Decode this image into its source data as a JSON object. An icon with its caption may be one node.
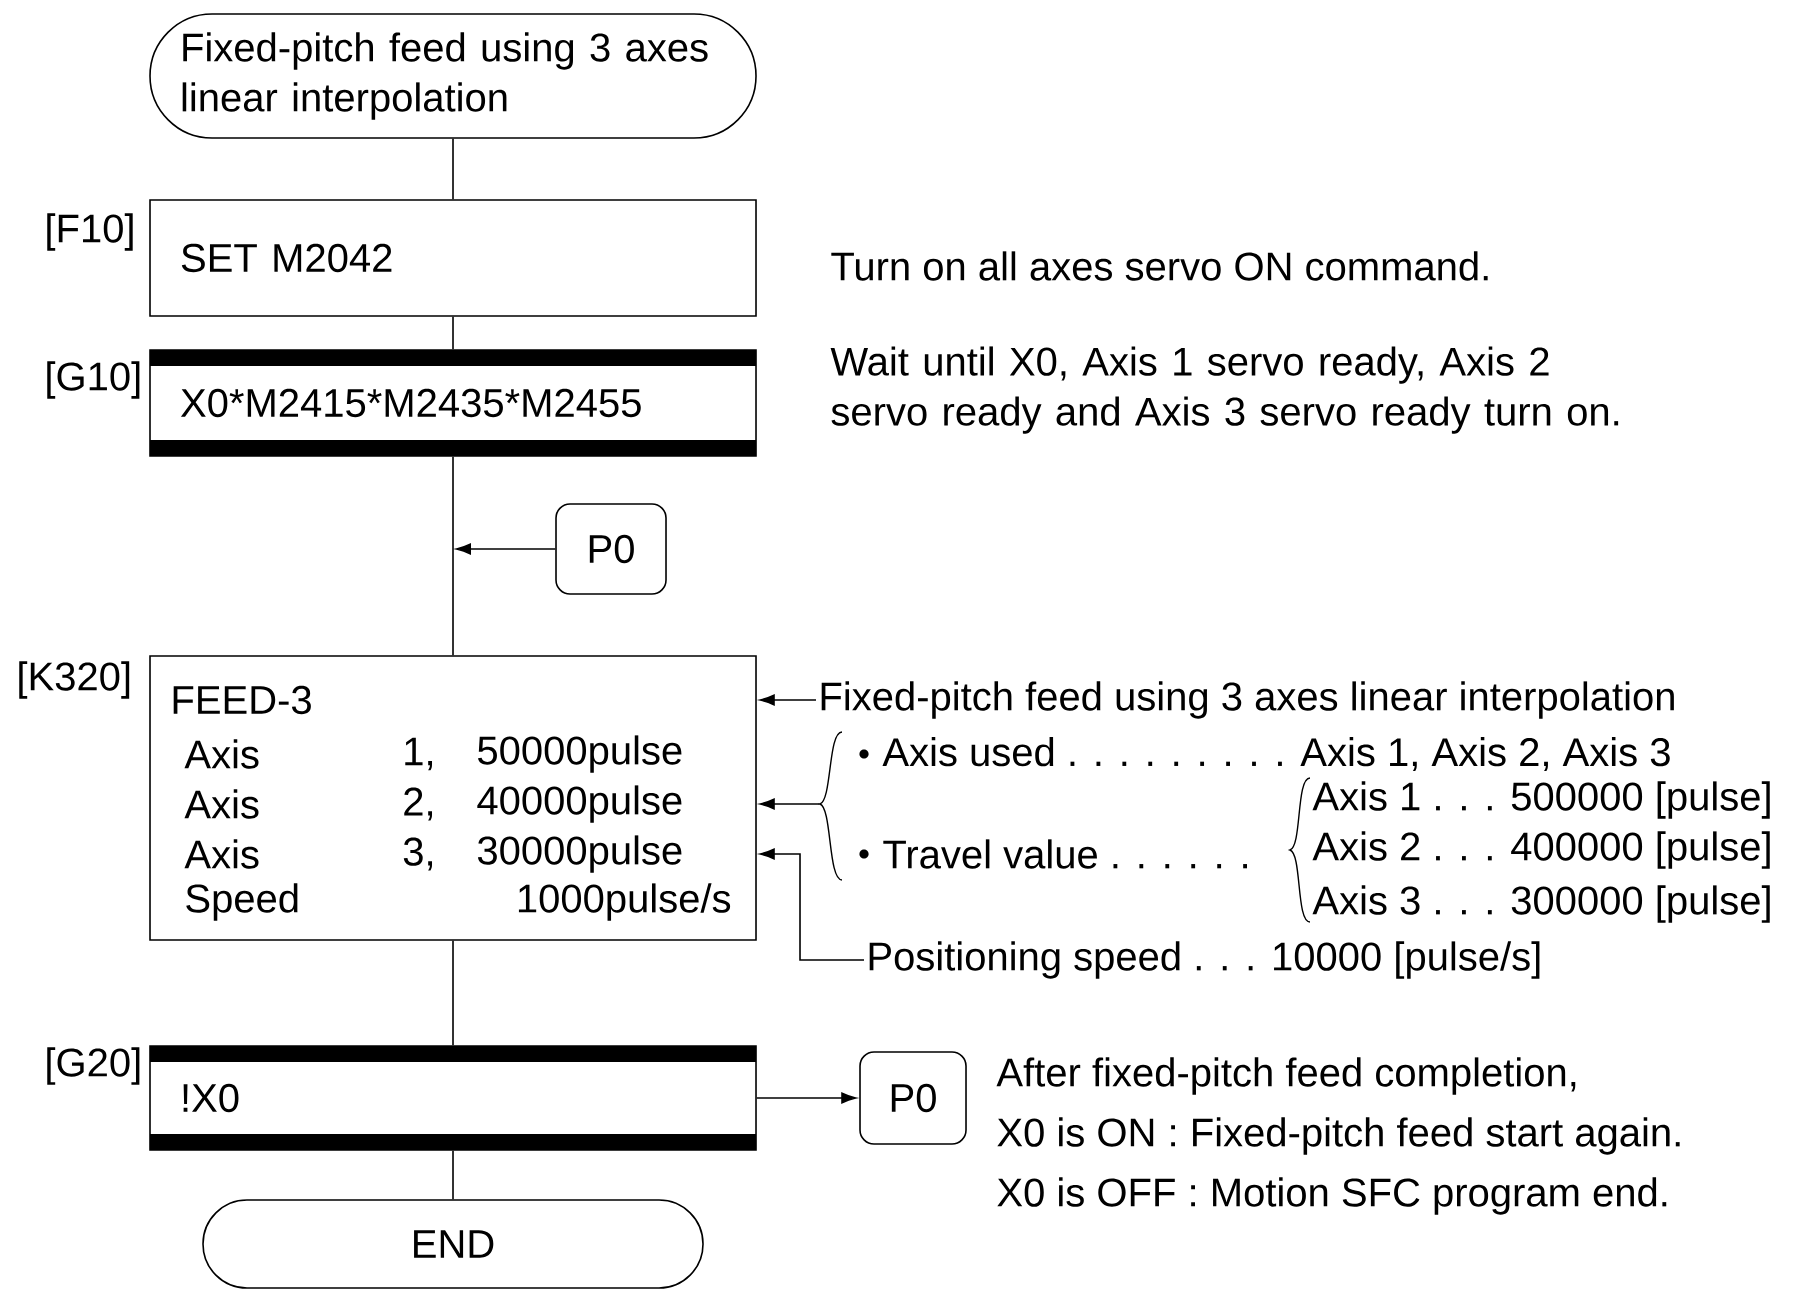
{
  "diagram": {
    "nodes": [
      {
        "text": [
          "Fixed-pitch feed using 3 axes linear interpolation"
        ]
      },
      {
        "text": [
          "SET M2042"
        ],
        "beside": [
          "[F10]",
          "Turn on all axes servo ON command."
        ]
      },
      {
        "text": [
          "X0*M2415*M2435*M2455"
        ],
        "beside": [
          "[G10]",
          "Wait until X0, Axis 1 servo ready, Axis 2 servo ready and Axis 3 servo ready turn on."
        ]
      },
      {
        "text": [
          "P0"
        ]
      },
      {
        "text": [
          "FEED-3",
          "Axis",
          "1,",
          "50000pulse",
          "Axis",
          "2,",
          "40000pulse",
          "Axis",
          "3,",
          "30000pulse",
          "Speed",
          "1000pulse/s"
        ],
        "beside": [
          "[K320]"
        ]
      },
      {
        "text": [
          "Fixed-pitch feed using 3 axes linear interpolation"
        ]
      },
      {
        "text": [
          "Axis used . . . . . . . . . Axis 1, Axis 2, Axis 3",
          "Travel value . . . . . .",
          "Axis 1 . . . 500000 [pulse]",
          "Axis 2 . . . 400000 [pulse]",
          "Axis 3 . . . 300000 [pulse]"
        ]
      },
      {
        "text": [
          "Positioning speed  . . . 10000 [pulse/s]"
        ]
      },
      {
        "text": [
          "!X0"
        ],
        "beside": [
          "[G20]"
        ]
      },
      {
        "text": [
          "P0"
        ],
        "beside": [
          "After fixed-pitch feed completion,",
          "X0 is ON : Fixed-pitch feed start again.",
          "X0 is OFF : Motion SFC program end."
        ]
      },
      {
        "text": [
          "END"
        ]
      }
    ],
    "edges": [
      {
        "from": 0,
        "to": 1,
        "arrow": "none"
      },
      {
        "from": 1,
        "to": 2,
        "arrow": "none"
      },
      {
        "from": 2,
        "to": 4,
        "arrow": "none"
      },
      {
        "from": 3,
        "to": null,
        "arrow": "to"
      },
      {
        "from": 5,
        "to": 4,
        "arrow": "to"
      },
      {
        "from": 6,
        "to": 4,
        "arrow": "to"
      },
      {
        "from": 7,
        "to": 4,
        "arrow": "to"
      },
      {
        "from": 4,
        "to": 8,
        "arrow": "none"
      },
      {
        "from": 8,
        "to": 9,
        "arrow": "to"
      },
      {
        "from": 8,
        "to": 10,
        "arrow": "none"
      }
    ]
  }
}
